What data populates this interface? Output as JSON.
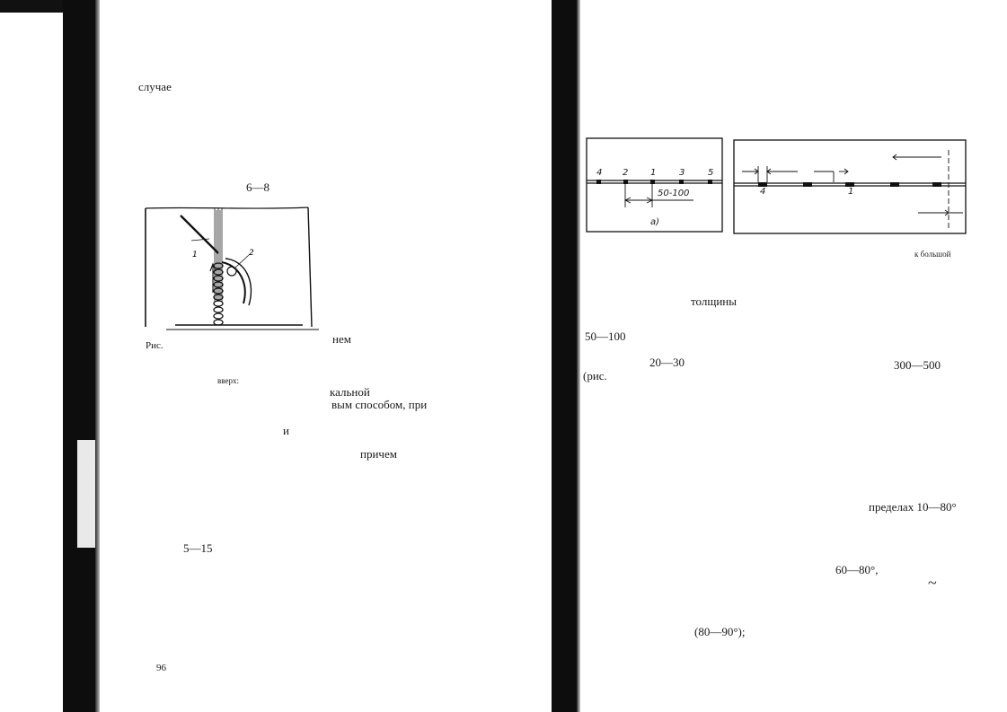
{
  "left_page": {
    "word_sluchae": "случае",
    "range_6_8": "6—8",
    "figure_label": "Рис.",
    "word_nem": "нем",
    "word_vverh": "вверх:",
    "word_kalnoy": "кальной",
    "line_vym_sposobom": "вым способом, при",
    "word_i": "и",
    "word_prichem": "причем",
    "range_5_15": "5—15",
    "page_number": "96",
    "figure_callouts": [
      "1",
      "2"
    ]
  },
  "right_page": {
    "figure_a_numbers": [
      "4",
      "2",
      "1",
      "3",
      "5"
    ],
    "figure_a_dimension": "50-100",
    "figure_a_caption": "а)",
    "figure_b_numbers": [
      "4",
      "1"
    ],
    "caption_k_bolshoy": "к большой",
    "word_tolshchiny": "толщины",
    "range_50_100": "50—100",
    "range_20_30": "20—30",
    "word_ris": "(рис.",
    "range_300_500": "300—500",
    "line_predelah": "пределах 10—80°",
    "range_60_80": "60—80°,",
    "tilde": "~",
    "range_80_90": "(80—90°);"
  }
}
